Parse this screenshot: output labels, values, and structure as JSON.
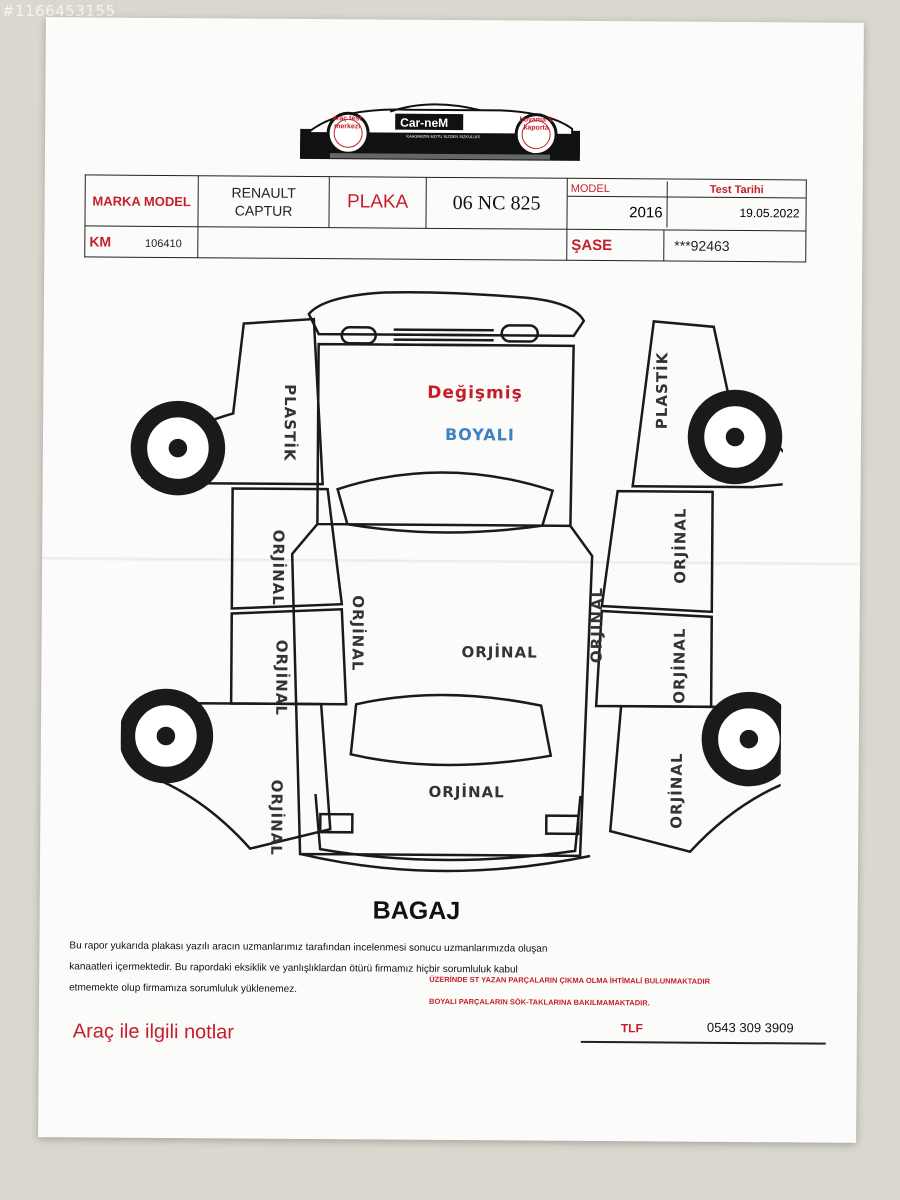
{
  "photo_id": "#1166453155",
  "logo": {
    "badge_left": "araç test merkezi",
    "name": "Car-neM",
    "badge_right": "boyama & kaporta",
    "slogan": "KAAGIMIZIN MOTU SIZDEN SIZKULUIS"
  },
  "header": {
    "marka_model_label": "MARKA MODEL",
    "model_value_line1": "RENAULT",
    "model_value_line2": "CAPTUR",
    "plaka_label": "PLAKA",
    "plaka_value": "06 NC 825",
    "model_label": "MODEL",
    "year_value": "2016",
    "test_date_label": "Test Tarihi",
    "test_date_value": "19.05.2022",
    "km_label": "KM",
    "km_value": "106410",
    "sase_label": "ŞASE",
    "sase_value": "***92463"
  },
  "parts": {
    "hood_status_1": "Değişmiş",
    "hood_status_2": "BOYALI",
    "front_left_fender": "PLASTİK",
    "front_right_fender": "PLASTİK",
    "front_left_door": "ORJİNAL",
    "rear_left_door": "ORJİNAL",
    "left_pillar": "ORJİNAL",
    "front_right_door": "ORJİNAL",
    "rear_right_door": "ORJİNAL",
    "right_pillar": "ORJİNAL",
    "roof": "ORJİNAL",
    "trunk": "ORJİNAL",
    "rear_left_fender": "ORJİNAL",
    "rear_right_fender": "ORJİNAL"
  },
  "footer": {
    "bagaj_label": "BAGAJ",
    "disclaimer_line1": "Bu rapor yukarıda plakası yazılı aracın uzmanlarımız tarafından incelenmesi sonucu uzmanlarımızda oluşan",
    "disclaimer_line2": "kanaatleri içermektedir. Bu rapordaki eksiklik ve yanlışlıklardan ötürü firmamız hiçbir sorumluluk kabul",
    "disclaimer_line3": "etmemekte olup firmamıza sorumluluk yüklenemez.",
    "warning_1": "ÜZERİNDE ST YAZAN PARÇALARIN ÇIKMA OLMA İHTİMALİ BULUNMAKTADIR",
    "warning_2": "BOYALI PARÇALARIN SÖK-TAKLARINA BAKILMAMAKTADIR.",
    "notes_title": "Araç ile ilgili notlar",
    "tlf_label": "TLF",
    "tlf_value": "0543 309 3909"
  },
  "colors": {
    "accent_red": "#c41e2a",
    "accent_blue": "#3b82c4",
    "paper": "#fbfbfa",
    "background": "#d9d7ce"
  }
}
